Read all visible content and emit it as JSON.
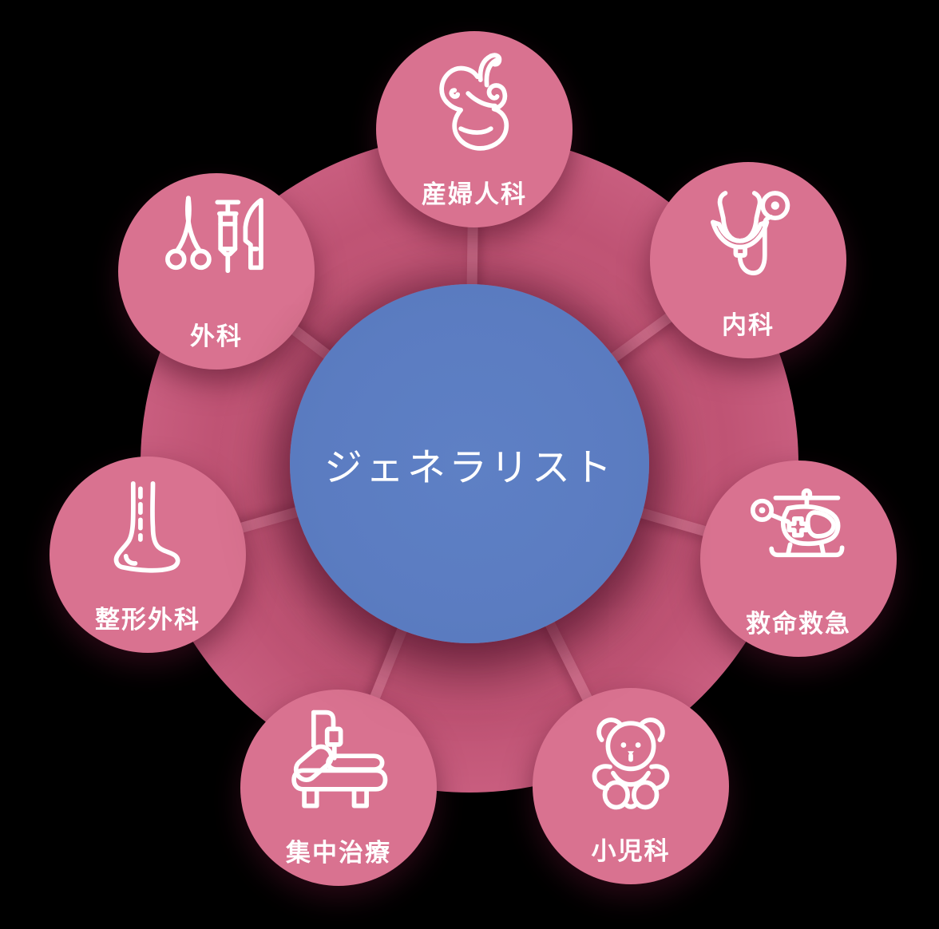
{
  "diagram": {
    "center": {
      "label": "ジェネラリスト"
    },
    "satellites": [
      {
        "label": "産婦人科",
        "icon": "fetus-icon"
      },
      {
        "label": "内科",
        "icon": "stethoscope-icon"
      },
      {
        "label": "救命救急",
        "icon": "helicopter-icon"
      },
      {
        "label": "小児科",
        "icon": "teddy-bear-icon"
      },
      {
        "label": "集中治療",
        "icon": "hospital-bed-icon"
      },
      {
        "label": "整形外科",
        "icon": "leg-foot-icon"
      },
      {
        "label": "外科",
        "icon": "surgical-tools-icon"
      }
    ],
    "colors": {
      "background": "#000000",
      "hub_ring": "#c45878",
      "satellite": "#d97290",
      "center_circle": "#5b7cc1",
      "connector": "#d1708d",
      "text": "#ffffff"
    }
  }
}
